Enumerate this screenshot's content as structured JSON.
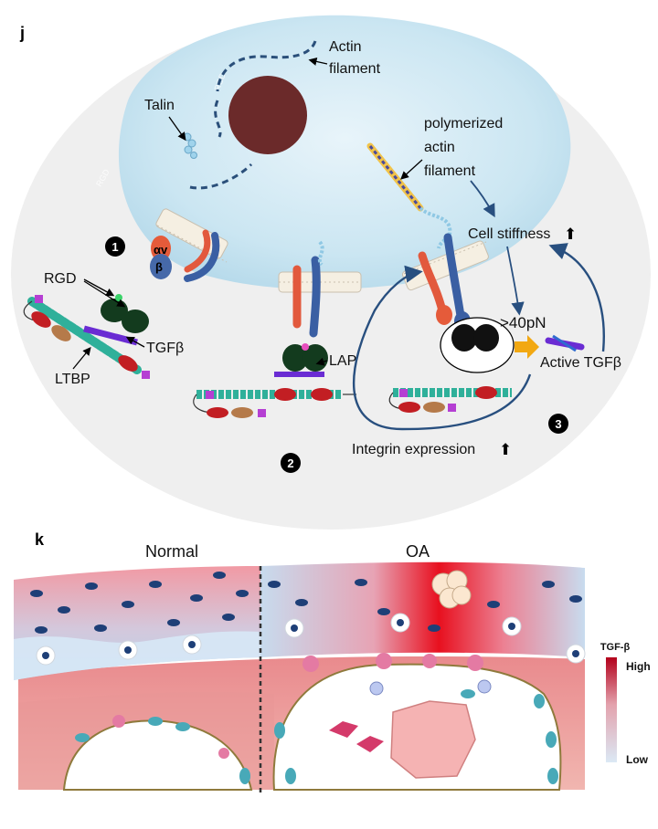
{
  "panel_j": {
    "letter": "j",
    "labels": {
      "actin_line1": "Actin",
      "actin_line2": "filament",
      "talin": "Talin",
      "poly_line1": "polymerized",
      "poly_line2": "actin",
      "poly_line3": "filament",
      "cell_stiffness": "Cell stiffness",
      "rgd": "RGD",
      "tgfb": "TGFβ",
      "ltbp": "LTBP",
      "lap": "LAP",
      "force": ">40pN",
      "active_tgfb": "Active TGFβ",
      "integrin_expression": "Integrin expression",
      "alpha": "αv",
      "beta": "β",
      "rgd_faint_1": "RGD",
      "rgd_faint_2": "RGD"
    },
    "steps": [
      "1",
      "2",
      "3"
    ],
    "up_arrow": "⬆"
  },
  "panel_k": {
    "letter": "k",
    "normal_label": "Normal",
    "oa_label": "OA",
    "legend_title": "TGF-β",
    "legend_high": "High",
    "legend_low": "Low"
  },
  "colors": {
    "cell_fill": "#cfe8f3",
    "background_oval": "#efefef",
    "nucleus": "#6b2a2a",
    "tgf_high": "#e3121c",
    "tgf_low": "#c9dff0",
    "arrow_blue": "#284f7f"
  }
}
